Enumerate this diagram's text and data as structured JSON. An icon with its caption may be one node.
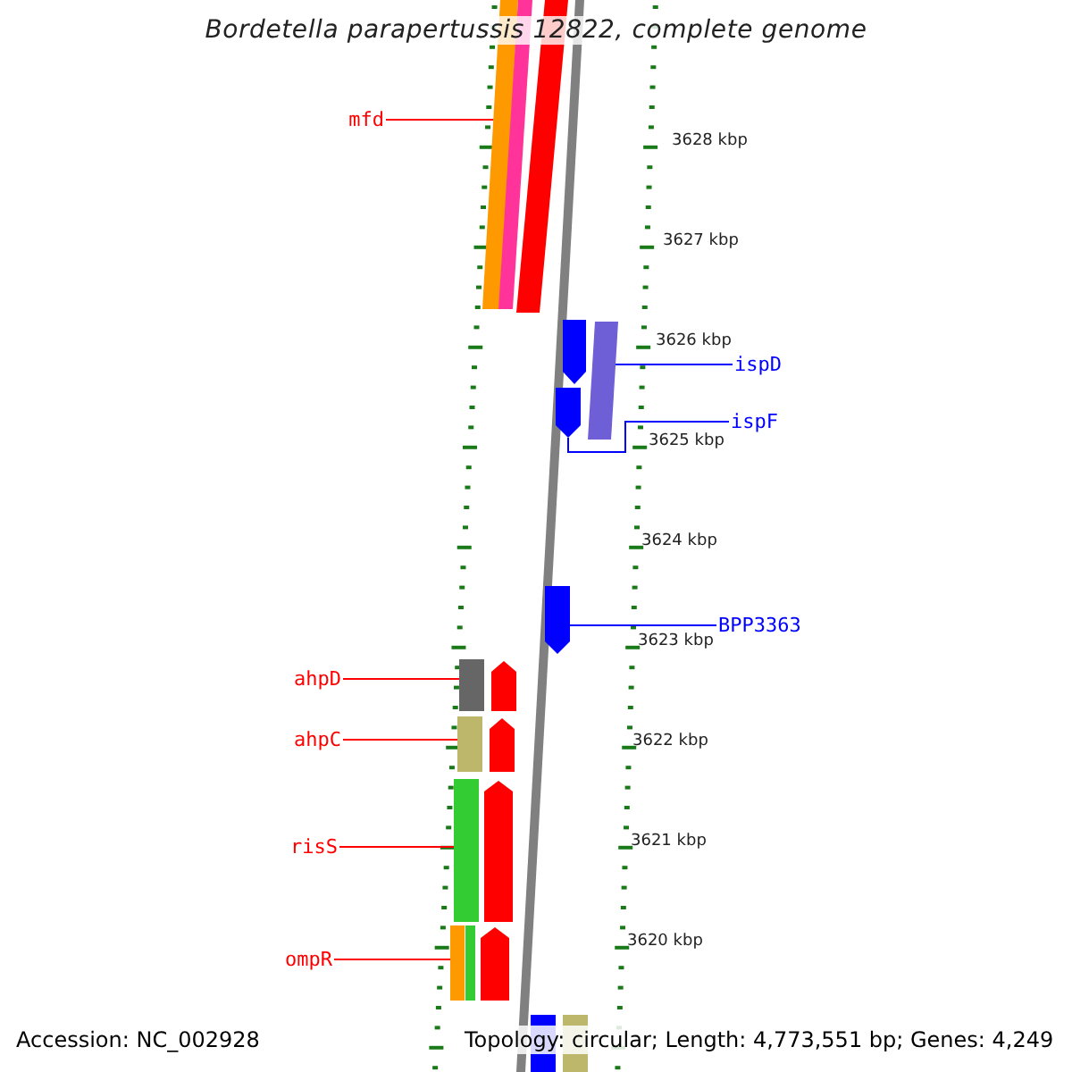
{
  "diagram": {
    "title": "Bordetella parapertussis 12822, complete genome",
    "nodes": [
      {
        "text": [
          "mfd"
        ]
      },
      {
        "text": [
          "ispD"
        ]
      },
      {
        "text": [
          "ispF"
        ]
      },
      {
        "text": [
          "BPP3363"
        ]
      },
      {
        "text": [
          "ahpD"
        ]
      },
      {
        "text": [
          "ahpC"
        ]
      },
      {
        "text": [
          "risS"
        ]
      },
      {
        "text": [
          "ompR"
        ]
      },
      {
        "text": [],
        "shape": "bar"
      },
      {
        "text": [],
        "shape": "bar"
      },
      {
        "text": [],
        "shape": "bar"
      },
      {
        "text": [],
        "shape": "pentagon"
      },
      {
        "text": [],
        "shape": "bar"
      },
      {
        "text": [],
        "shape": "pentagon"
      },
      {
        "text": [],
        "shape": "pentagon"
      },
      {
        "text": [],
        "shape": "bar"
      },
      {
        "text": [],
        "shape": "pentagon"
      },
      {
        "text": [],
        "shape": "bar"
      },
      {
        "text": [],
        "shape": "pentagon"
      },
      {
        "text": [],
        "shape": "bar"
      },
      {
        "text": [],
        "shape": "pentagon"
      },
      {
        "text": [],
        "shape": "bar"
      },
      {
        "text": [],
        "shape": "bar"
      },
      {
        "text": [],
        "shape": "pentagon"
      },
      {
        "text": [],
        "shape": "bar"
      },
      {
        "text": [],
        "shape": "bar"
      }
    ],
    "edges": [
      {
        "from": 0,
        "to": 8,
        "arrow": "none"
      },
      {
        "from": 1,
        "to": 12,
        "arrow": "none",
        "color": "#0000ff"
      },
      {
        "from": 2,
        "to": 13,
        "arrow": "none",
        "color": "#0000ff"
      },
      {
        "from": 3,
        "to": 14,
        "arrow": "none",
        "color": "#0000ff"
      },
      {
        "from": 4,
        "to": 15,
        "arrow": "none"
      },
      {
        "from": 5,
        "to": 17,
        "arrow": "none"
      },
      {
        "from": 6,
        "to": 19,
        "arrow": "none"
      },
      {
        "from": 7,
        "to": 21,
        "arrow": "none"
      }
    ],
    "labels": [
      "3628 kbp",
      "3627 kbp",
      "3626 kbp",
      "3625 kbp",
      "3624 kbp",
      "3623 kbp",
      "3622 kbp",
      "3621 kbp",
      "3620 kbp",
      "Accession: NC_002928",
      "Topology: circular; Length: 4,773,551 bp; Genes: 4,249"
    ]
  }
}
